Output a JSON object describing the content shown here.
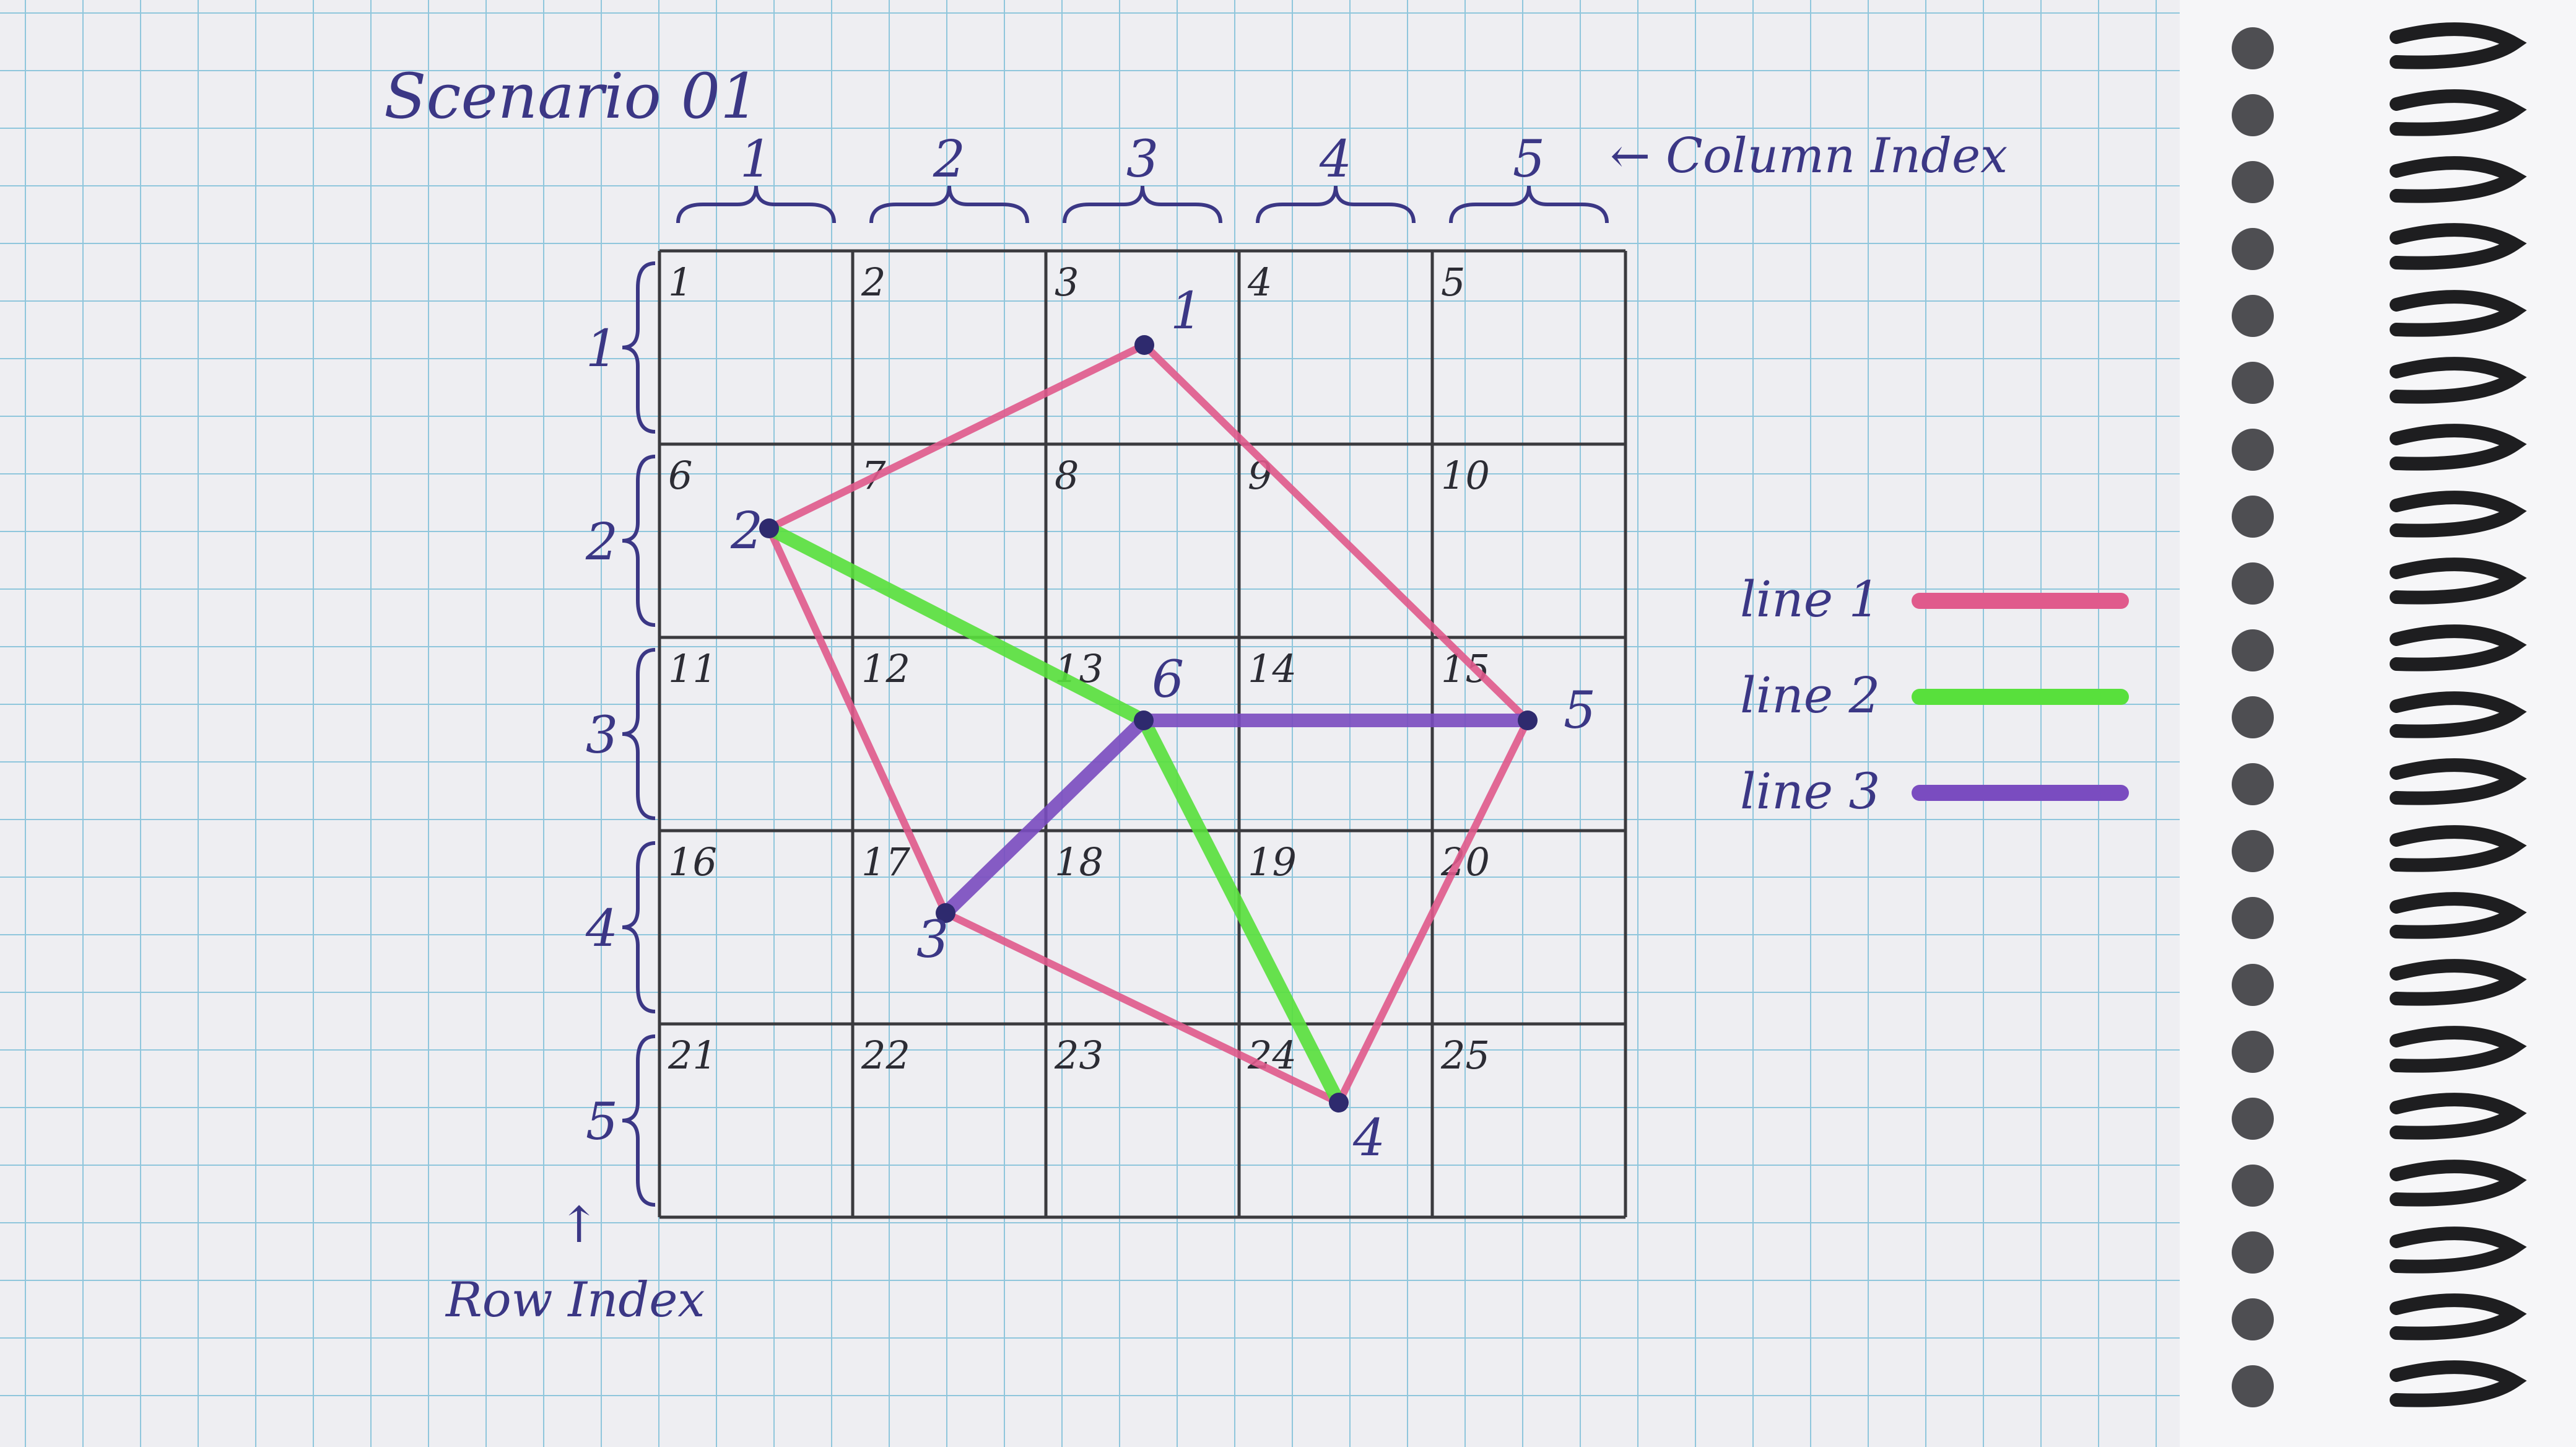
{
  "title": "Scenario 01",
  "column_index_label": "← Column Index",
  "row_index_label": "Row Index",
  "row_index_arrow": "↑",
  "column_labels": [
    "1",
    "2",
    "3",
    "4",
    "5"
  ],
  "row_labels": [
    "1",
    "2",
    "3",
    "4",
    "5"
  ],
  "cell_numbers": [
    "1",
    "2",
    "3",
    "4",
    "5",
    "6",
    "7",
    "8",
    "9",
    "10",
    "11",
    "12",
    "13",
    "14",
    "15",
    "16",
    "17",
    "18",
    "19",
    "20",
    "21",
    "22",
    "23",
    "24",
    "25"
  ],
  "points": [
    {
      "id": "1",
      "label": "1"
    },
    {
      "id": "2",
      "label": "2"
    },
    {
      "id": "3",
      "label": "3"
    },
    {
      "id": "4",
      "label": "4"
    },
    {
      "id": "5",
      "label": "5"
    },
    {
      "id": "6",
      "label": "6"
    }
  ],
  "lines": [
    {
      "name": "line 1",
      "color": "#e05a8c",
      "segments": [
        [
          "1",
          "2"
        ],
        [
          "2",
          "3"
        ],
        [
          "3",
          "4"
        ],
        [
          "4",
          "5"
        ],
        [
          "5",
          "1"
        ]
      ]
    },
    {
      "name": "line 2",
      "color": "#58e03c",
      "segments": [
        [
          "2",
          "6"
        ],
        [
          "6",
          "4"
        ]
      ]
    },
    {
      "name": "line 3",
      "color": "#7a4cc0",
      "segments": [
        [
          "3",
          "6"
        ],
        [
          "6",
          "5"
        ]
      ]
    }
  ],
  "legend": [
    {
      "label": "line 1",
      "color": "#e05a8c"
    },
    {
      "label": "line 2",
      "color": "#58e03c"
    },
    {
      "label": "line 3",
      "color": "#7a4cc0"
    }
  ]
}
